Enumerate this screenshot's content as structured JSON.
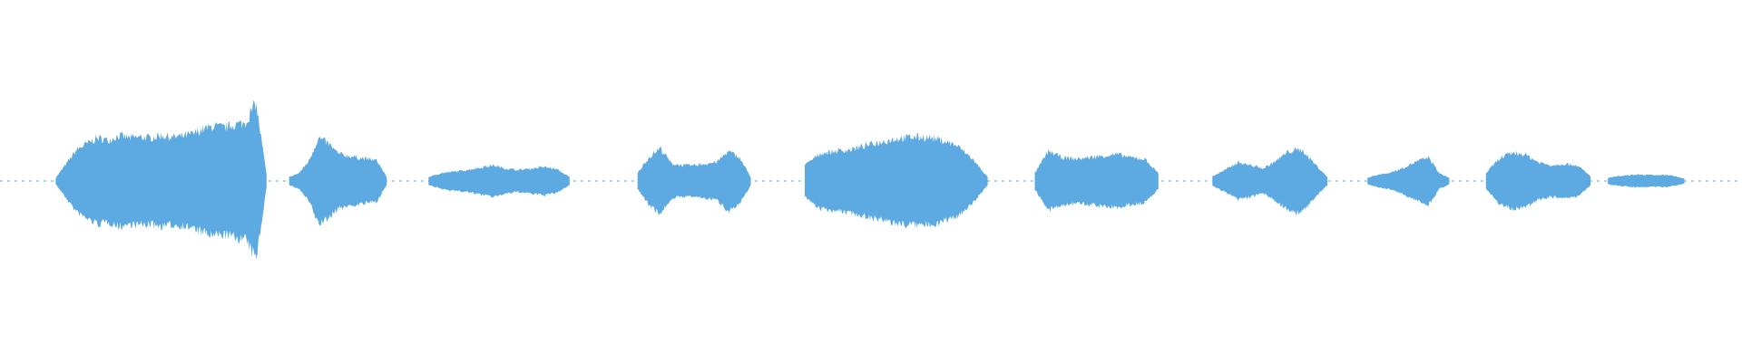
{
  "waveform": {
    "color": "#5DA9E1",
    "baseline_color": "#5DA9E1",
    "segments": [
      {
        "start": 0.032,
        "end": 0.153,
        "envelope": [
          0.04,
          0.22,
          0.4,
          0.48,
          0.55,
          0.52,
          0.58,
          0.55,
          0.56,
          0.55,
          0.58,
          0.56,
          0.57,
          0.6,
          0.66,
          0.7,
          0.68,
          0.72,
          0.74,
          1.0,
          0.08
        ]
      },
      {
        "start": 0.166,
        "end": 0.222,
        "envelope": [
          0.05,
          0.1,
          0.25,
          0.55,
          0.48,
          0.35,
          0.32,
          0.3,
          0.28,
          0.26,
          0.05
        ]
      },
      {
        "start": 0.246,
        "end": 0.327,
        "envelope": [
          0.05,
          0.1,
          0.12,
          0.14,
          0.17,
          0.2,
          0.16,
          0.14,
          0.16,
          0.18,
          0.15,
          0.05
        ]
      },
      {
        "start": 0.366,
        "end": 0.431,
        "envelope": [
          0.1,
          0.3,
          0.42,
          0.22,
          0.2,
          0.2,
          0.22,
          0.24,
          0.38,
          0.3,
          0.05
        ]
      },
      {
        "start": 0.462,
        "end": 0.567,
        "envelope": [
          0.2,
          0.35,
          0.38,
          0.4,
          0.45,
          0.5,
          0.54,
          0.56,
          0.56,
          0.52,
          0.45,
          0.28,
          0.05
        ]
      },
      {
        "start": 0.594,
        "end": 0.665,
        "envelope": [
          0.1,
          0.38,
          0.3,
          0.28,
          0.3,
          0.32,
          0.34,
          0.3,
          0.28,
          0.1
        ]
      },
      {
        "start": 0.696,
        "end": 0.762,
        "envelope": [
          0.06,
          0.14,
          0.24,
          0.2,
          0.16,
          0.26,
          0.38,
          0.4,
          0.22,
          0.05
        ]
      },
      {
        "start": 0.785,
        "end": 0.832,
        "envelope": [
          0.04,
          0.08,
          0.1,
          0.14,
          0.2,
          0.26,
          0.3,
          0.1,
          0.04
        ]
      },
      {
        "start": 0.853,
        "end": 0.913,
        "envelope": [
          0.1,
          0.28,
          0.36,
          0.34,
          0.24,
          0.2,
          0.22,
          0.2,
          0.06
        ]
      },
      {
        "start": 0.923,
        "end": 0.967,
        "envelope": [
          0.04,
          0.06,
          0.07,
          0.08,
          0.08,
          0.07,
          0.08,
          0.06,
          0.03
        ]
      }
    ]
  }
}
